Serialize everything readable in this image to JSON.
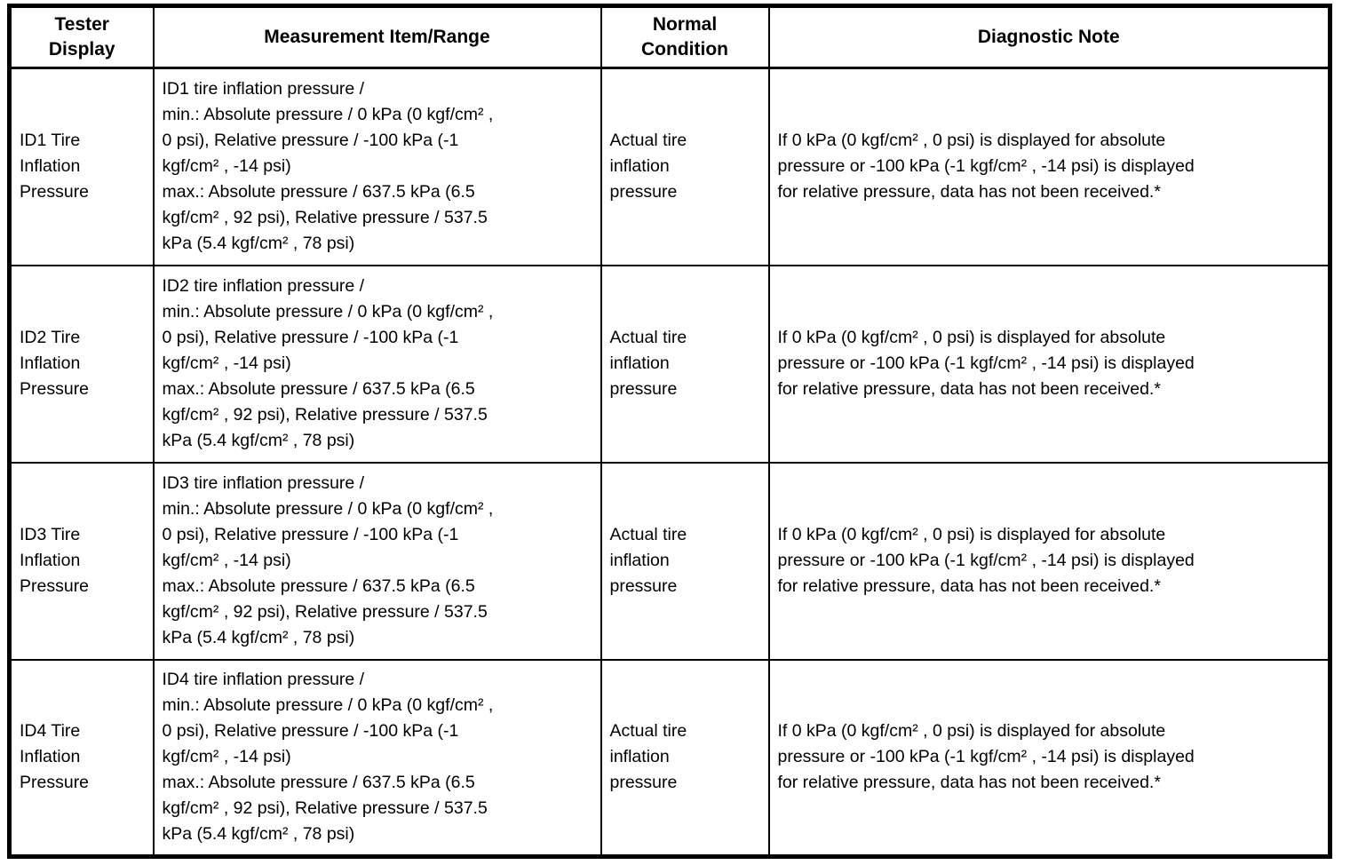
{
  "colors": {
    "border": "#000000",
    "background": "#ffffff",
    "text": "#000000"
  },
  "table": {
    "columns": [
      {
        "label": "Tester\nDisplay"
      },
      {
        "label": "Measurement Item/Range"
      },
      {
        "label": "Normal\nCondition"
      },
      {
        "label": "Diagnostic Note"
      }
    ],
    "rows": [
      {
        "tester_display": "ID1 Tire\nInflation\nPressure",
        "measurement_item_range": "ID1 tire inflation pressure /\nmin.: Absolute pressure / 0 kPa (0 kgf/cm² ,\n0 psi), Relative pressure / -100 kPa (-1\nkgf/cm² , -14 psi)\nmax.: Absolute pressure / 637.5 kPa (6.5\nkgf/cm² , 92 psi), Relative pressure / 537.5\nkPa (5.4 kgf/cm² , 78 psi)",
        "normal_condition": "Actual tire\ninflation\npressure",
        "diagnostic_note": "If 0 kPa (0 kgf/cm² , 0 psi) is displayed for absolute\npressure or -100 kPa (-1 kgf/cm² , -14 psi) is displayed\nfor relative pressure, data has not been received.*"
      },
      {
        "tester_display": "ID2 Tire\nInflation\nPressure",
        "measurement_item_range": "ID2 tire inflation pressure /\nmin.: Absolute pressure / 0 kPa (0 kgf/cm² ,\n0 psi), Relative pressure / -100 kPa (-1\nkgf/cm² , -14 psi)\nmax.: Absolute pressure / 637.5 kPa (6.5\nkgf/cm² , 92 psi), Relative pressure / 537.5\nkPa (5.4 kgf/cm² , 78 psi)",
        "normal_condition": "Actual tire\ninflation\npressure",
        "diagnostic_note": "If 0 kPa (0 kgf/cm² , 0 psi) is displayed for absolute\npressure or -100 kPa (-1 kgf/cm² , -14 psi) is displayed\nfor relative pressure, data has not been received.*"
      },
      {
        "tester_display": "ID3 Tire\nInflation\nPressure",
        "measurement_item_range": "ID3 tire inflation pressure /\nmin.: Absolute pressure / 0 kPa (0 kgf/cm² ,\n0 psi), Relative pressure / -100 kPa (-1\nkgf/cm² , -14 psi)\nmax.: Absolute pressure / 637.5 kPa (6.5\nkgf/cm² , 92 psi), Relative pressure / 537.5\nkPa (5.4 kgf/cm² , 78 psi)",
        "normal_condition": "Actual tire\ninflation\npressure",
        "diagnostic_note": "If 0 kPa (0 kgf/cm² , 0 psi) is displayed for absolute\npressure or -100 kPa (-1 kgf/cm² , -14 psi) is displayed\nfor relative pressure, data has not been received.*"
      },
      {
        "tester_display": "ID4 Tire\nInflation\nPressure",
        "measurement_item_range": "ID4 tire inflation pressure /\nmin.: Absolute pressure / 0 kPa (0 kgf/cm² ,\n0 psi), Relative pressure / -100 kPa (-1\nkgf/cm² , -14 psi)\nmax.: Absolute pressure / 637.5 kPa (6.5\nkgf/cm² , 92 psi), Relative pressure / 537.5\nkPa (5.4 kgf/cm² , 78 psi)",
        "normal_condition": "Actual tire\ninflation\npressure",
        "diagnostic_note": "If 0 kPa (0 kgf/cm² , 0 psi) is displayed for absolute\npressure or -100 kPa (-1 kgf/cm² , -14 psi) is displayed\nfor relative pressure, data has not been received.*"
      }
    ]
  }
}
